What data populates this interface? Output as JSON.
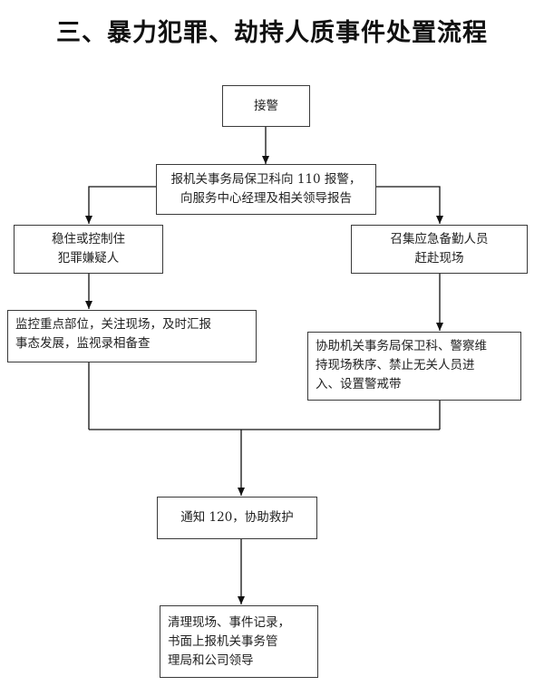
{
  "title": "三、暴力犯罪、劫持人质事件处置流程",
  "nodes": {
    "receive": {
      "lines": [
        "接警"
      ]
    },
    "report": {
      "lines": [
        "报机关事务局保卫科向 110 报警，",
        "向服务中心经理及相关领导报告"
      ]
    },
    "stabilize": {
      "lines": [
        "稳住或控制住",
        "犯罪嫌疑人"
      ]
    },
    "summon": {
      "lines": [
        "召集应急备勤人员",
        "赶赴现场"
      ]
    },
    "monitor": {
      "lines": [
        "监控重点部位，关注现场，及时汇报",
        "事态发展，监视录相备查"
      ]
    },
    "assist": {
      "lines": [
        "协助机关事务局保卫科、警察维",
        "持现场秩序、禁止无关人员进",
        "入、设置警戒带"
      ]
    },
    "notify": {
      "lines": [
        "通知 120，协助救护"
      ]
    },
    "cleanup": {
      "lines": [
        "清理现场、事件记录，",
        "书面上报机关事务管",
        "理局和公司领导"
      ]
    }
  }
}
